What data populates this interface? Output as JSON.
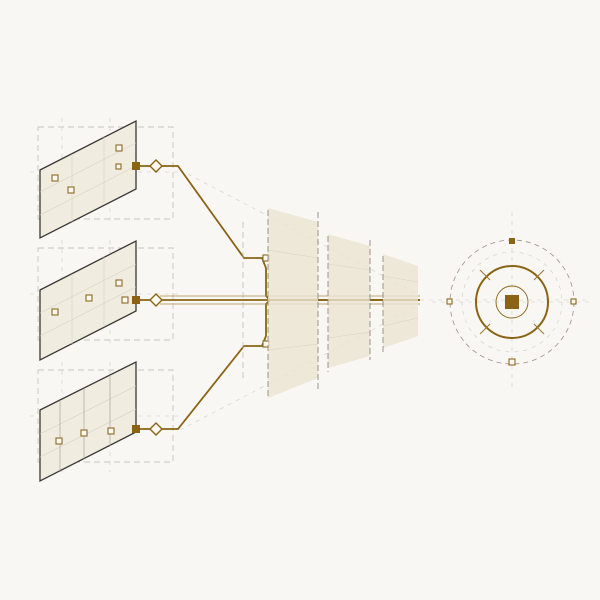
{
  "diagram": {
    "colors": {
      "background": "#f8f7f3",
      "accent": "#8a6414",
      "panel_fill": "#f1ece0",
      "panel_stroke": "#3a3836",
      "plane_fill": "#ebe4d2"
    },
    "input_panels": [
      {
        "id": "panel-1",
        "nodes": 4
      },
      {
        "id": "panel-2",
        "nodes": 4
      },
      {
        "id": "panel-3",
        "nodes": 3
      }
    ],
    "projection_planes": 3,
    "target": {
      "type": "concentric-reticle",
      "cardinal_markers": 4,
      "center_marker": "filled-square"
    }
  }
}
